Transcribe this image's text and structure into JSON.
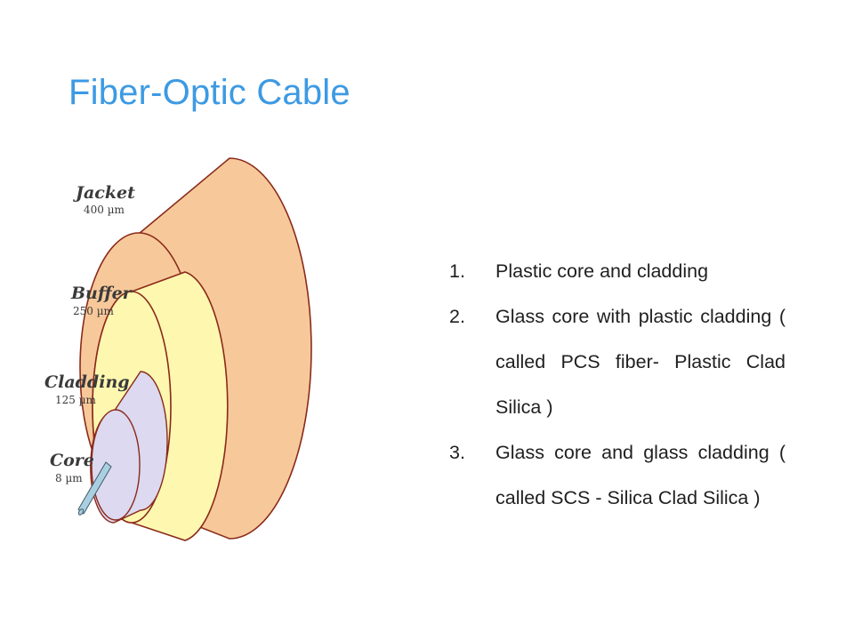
{
  "title": "Fiber-Optic Cable",
  "figure": {
    "layers": [
      {
        "name": "Jacket",
        "size": "400 µm",
        "color": "#f7c99a"
      },
      {
        "name": "Buffer",
        "size": "250 µm",
        "color": "#fdf7b0"
      },
      {
        "name": "Cladding",
        "size": "125 µm",
        "color": "#dcd9f0"
      },
      {
        "name": "Core",
        "size": "8 µm",
        "color": "#a9cfe0"
      }
    ],
    "outline_color": "#8a2a1a"
  },
  "list": [
    {
      "num": "1.",
      "text": "Plastic core and cladding"
    },
    {
      "num": "2.",
      "text": "Glass core with plastic cladding ( called PCS fiber- Plastic Clad Silica )"
    },
    {
      "num": "3.",
      "text": "Glass core and glass cladding ( called SCS - Silica Clad Silica )"
    }
  ]
}
